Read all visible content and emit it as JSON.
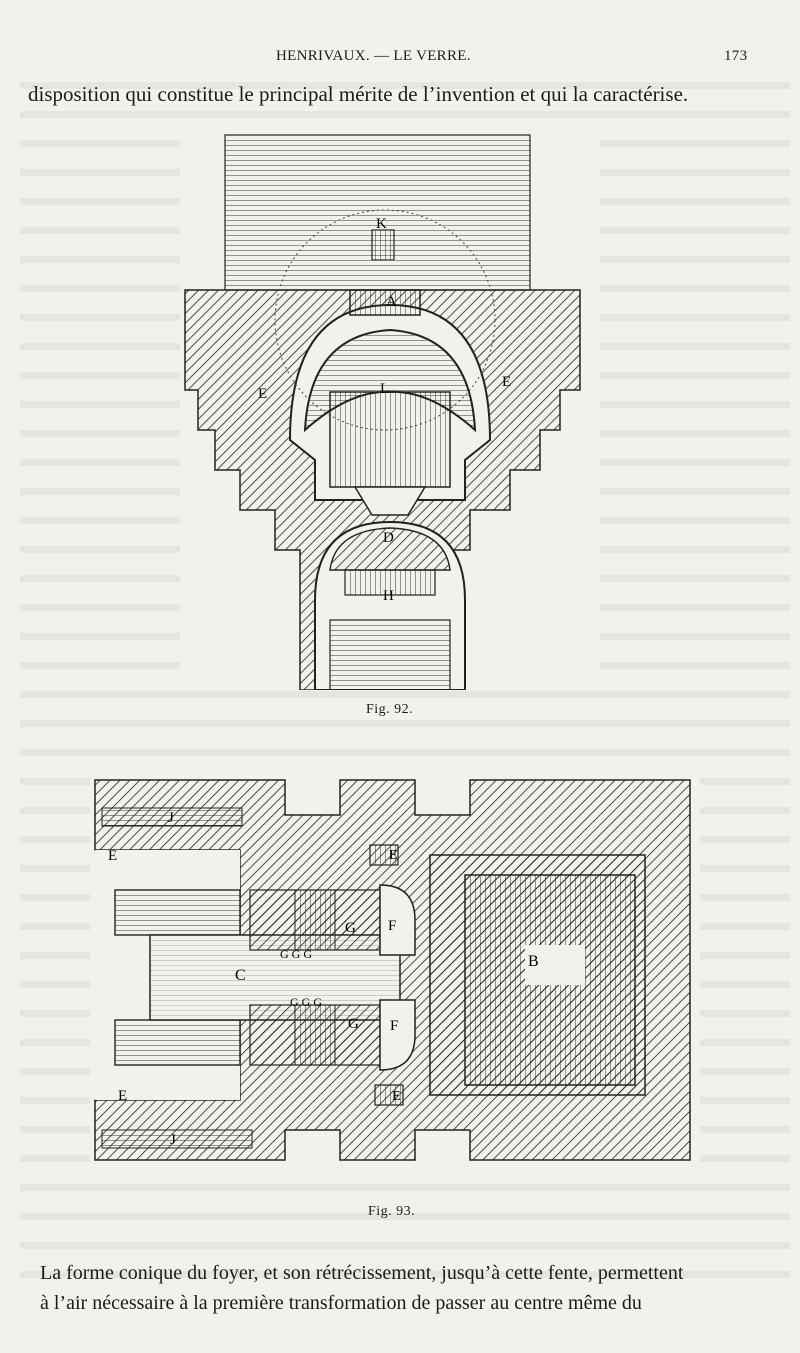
{
  "header": {
    "title": "HENRIVAUX. — LE VERRE.",
    "page_number": "173"
  },
  "body": {
    "first_line": "disposition qui constitue le principal mérite de l’invention et qui la caractérise.",
    "last_paragraph": {
      "line1": "La forme conique du foyer, et son rétrécissement, jusqu’à cette fente, permettent",
      "line2": "à l’air nécessaire à la première transformation de passer au centre même du"
    }
  },
  "figure92": {
    "caption": "Fig. 92.",
    "labels": {
      "K": "K",
      "A": "A",
      "L": "L",
      "E_left": "E",
      "E_right": "E",
      "D": "D",
      "H": "H"
    }
  },
  "figure93": {
    "caption": "Fig. 93.",
    "labels": {
      "J_top": "J",
      "J_bottom": "J",
      "E_left_top": "E",
      "E_left_bottom": "E",
      "E_center_top": "E",
      "E_center_bottom": "E",
      "G_upper": "G",
      "G_lower": "G",
      "GGG_upper": "G G G",
      "GGG_lower": "G G G",
      "F_upper": "F",
      "F_lower": "F",
      "C": "C",
      "B": "B"
    }
  }
}
